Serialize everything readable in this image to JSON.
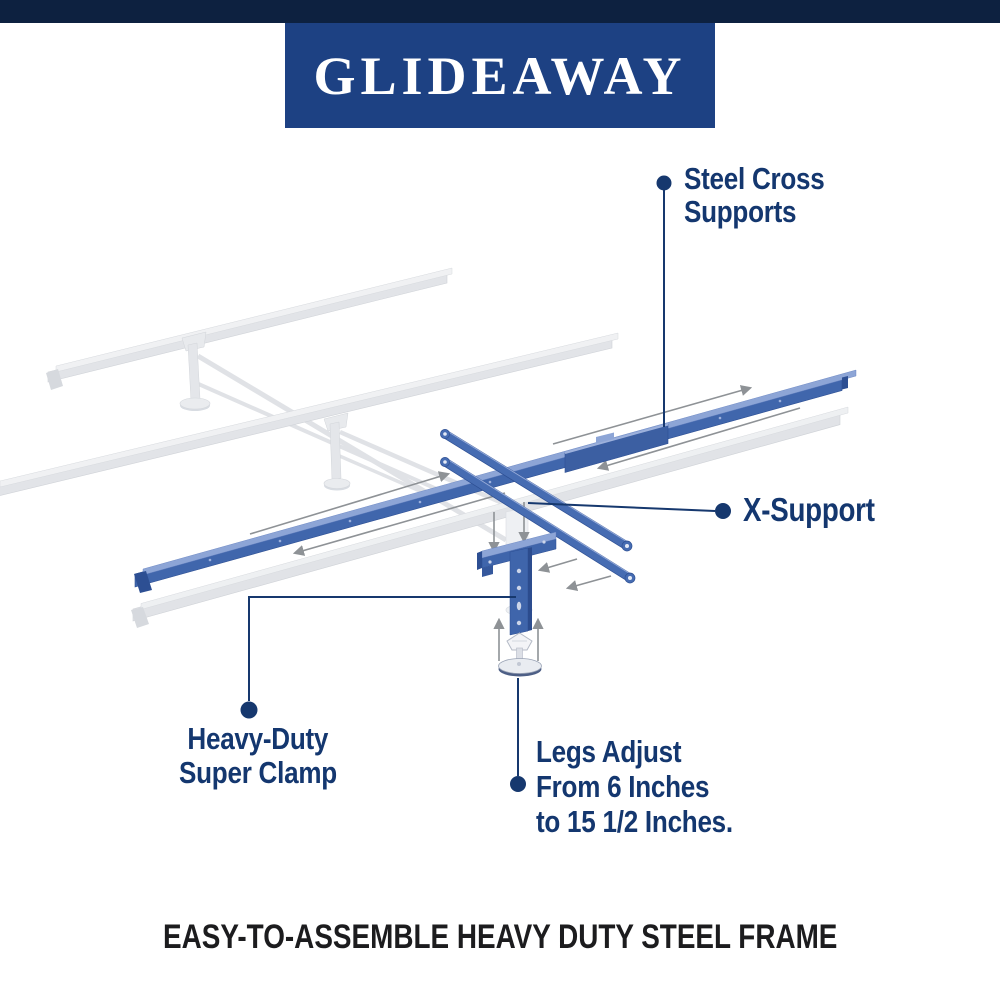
{
  "brand": {
    "name": "GLIDEAWAY"
  },
  "callouts": {
    "steel_cross_supports": {
      "line1": "Steel Cross",
      "line2": "Supports"
    },
    "x_support": {
      "label": "X-Support"
    },
    "heavy_duty_super_clamp": {
      "line1": "Heavy-Duty",
      "line2": "Super Clamp"
    },
    "legs_adjust": {
      "line1": "Legs Adjust",
      "line2": "From 6 Inches",
      "line3": "to 15 1/2 Inches."
    }
  },
  "caption": "EASY-TO-ASSEMBLE HEAVY DUTY STEEL FRAME",
  "colors": {
    "header_strip": "#0d2140",
    "logo_background": "#1d4183",
    "logo_text": "#ffffff",
    "callout_navy": "#14376f",
    "steel_blue": "#4066ac",
    "steel_blue_light": "#8da5d6",
    "steel_blue_dark": "#2d4f93",
    "ghost_gray": "#e2e4e8",
    "arrow_gray": "#8e9296",
    "caption_text": "#1c1c1e"
  }
}
